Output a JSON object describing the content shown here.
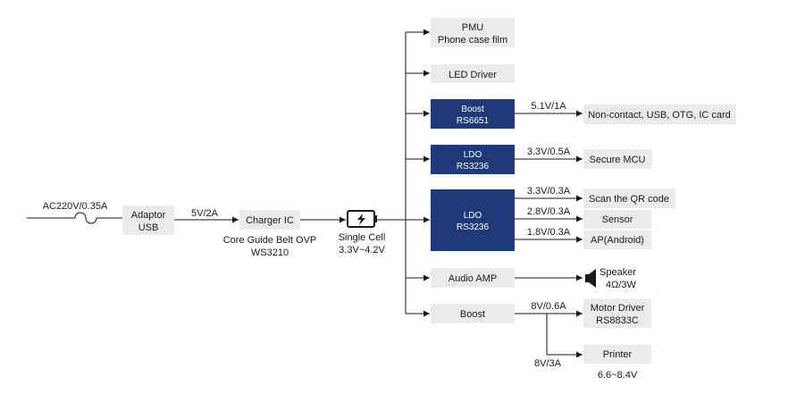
{
  "input": {
    "source": "AC220V/0.35A"
  },
  "adaptor": {
    "line1": "Adaptor",
    "line2": "USB"
  },
  "link_5v": "5V/2A",
  "charger": {
    "label": "Charger IC",
    "note1": "Core Guide Belt OVP",
    "note2": "WS3210"
  },
  "battery": {
    "label1": "Single Cell",
    "label2": "3.3V~4.2V"
  },
  "pmu": {
    "line1": "PMU",
    "line2": "Phone case film"
  },
  "led": {
    "label": "LED Driver"
  },
  "boost1": {
    "line1": "Boost",
    "line2": "RS6651",
    "rail": "5.1V/1A",
    "target": "Non-contact, USB, OTG, IC card"
  },
  "ldo1": {
    "line1": "LDO",
    "line2": "RS3236",
    "rail": "3.3V/0.5A",
    "target": "Secure MCU"
  },
  "ldo2": {
    "line1": "LDO",
    "line2": "RS3236",
    "outputs": [
      {
        "rail": "3.3V/0.3A",
        "target": "Scan the QR code"
      },
      {
        "rail": "2.8V/0.3A",
        "target": "Sensor"
      },
      {
        "rail": "1.8V/0.3A",
        "target": "AP(Android)"
      }
    ]
  },
  "audio": {
    "label": "Audio AMP",
    "speaker1": "Speaker",
    "speaker2": "4Ω/3W"
  },
  "boost2": {
    "label": "Boost",
    "rail": "8V/0.6A",
    "rail2": "8V/3A",
    "motor1": "Motor Driver",
    "motor2": "RS8833C",
    "printer": "Printer",
    "printer_range": "6.6~8.4V"
  }
}
